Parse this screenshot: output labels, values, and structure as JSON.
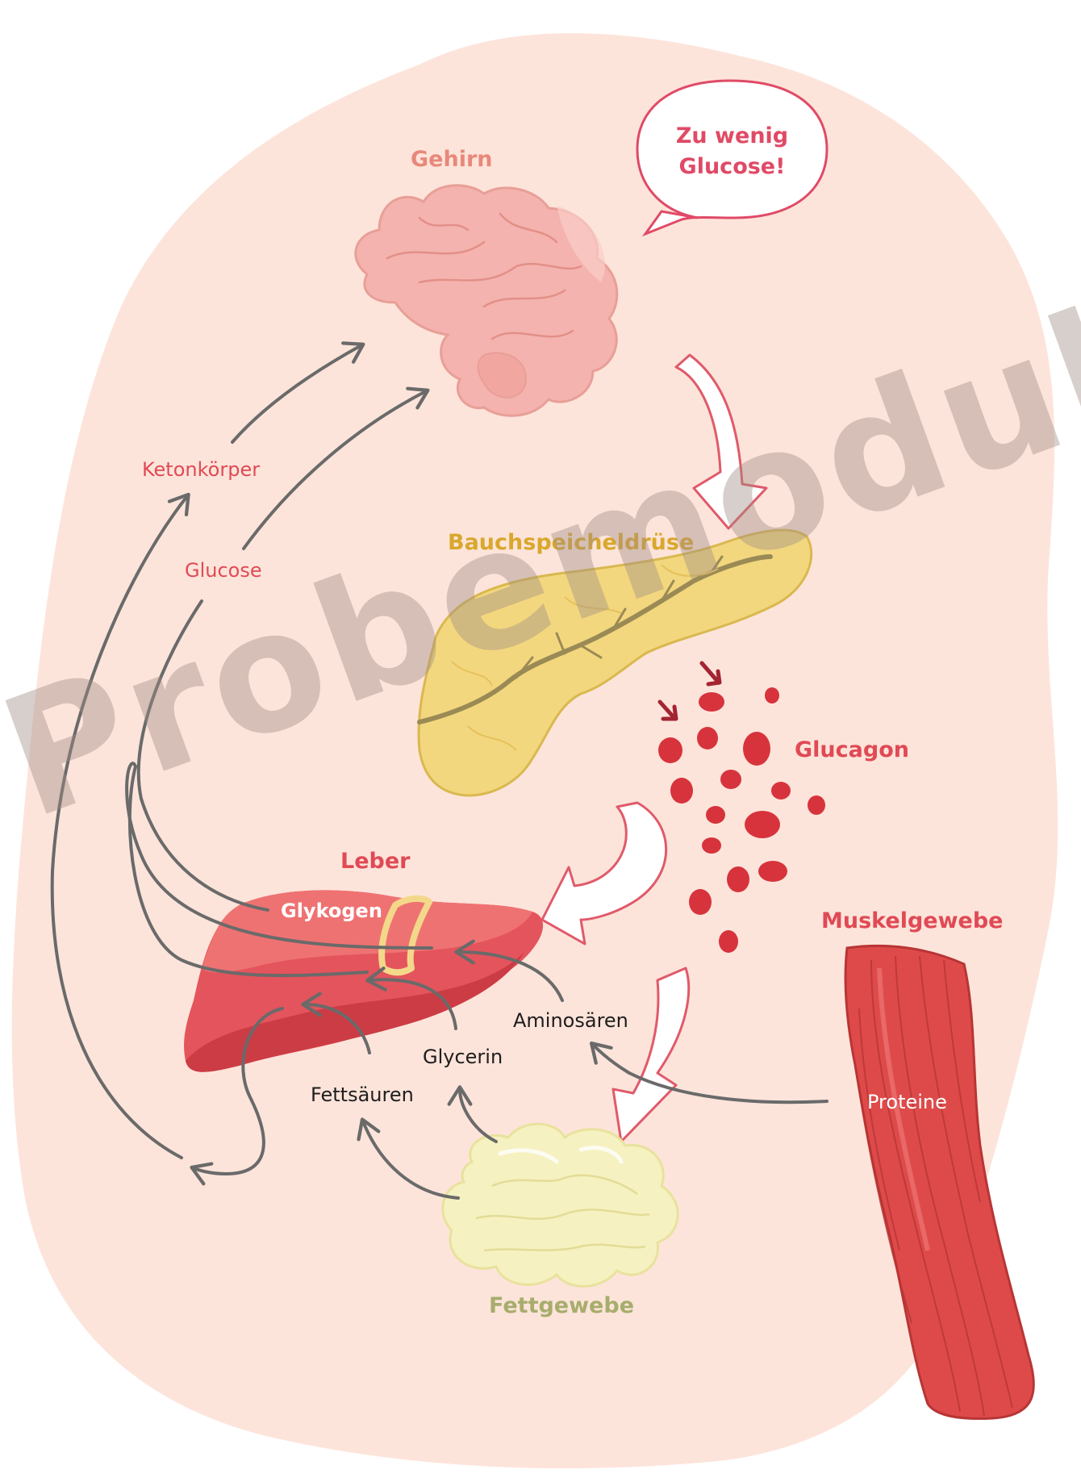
{
  "organs": {
    "brain": "Gehirn",
    "pancreas": "Bauchspeicheldrüse",
    "liver": "Leber",
    "muscle": "Muskelgewebe",
    "fat": "Fettgewebe"
  },
  "speech_bubble": {
    "line1": "Zu wenig",
    "line2": "Glucose!"
  },
  "hormone": "Glucagon",
  "substances": {
    "ketones": "Ketonkörper",
    "glucose": "Glucose",
    "glycogen": "Glykogen",
    "amino_acids": "Aminosären",
    "glycerin": "Glycerin",
    "fatty_acids": "Fettsäuren",
    "proteins": "Proteine"
  },
  "watermark": "Probemodul",
  "colors": {
    "background_blob": "#fde4da",
    "accent_red": "#e04a55",
    "brain": "#f4b3ae",
    "pancreas": "#f3d77e",
    "liver": "#e4545c",
    "muscle": "#de4a4a",
    "fat": "#f6f1c0",
    "arrow_gray": "#6a6a6a",
    "watermark": "#9f8c85"
  },
  "icons": {
    "brain": "brain-icon",
    "pancreas": "pancreas-icon",
    "liver": "liver-icon",
    "muscle": "muscle-icon",
    "fat": "fat-tissue-icon"
  }
}
